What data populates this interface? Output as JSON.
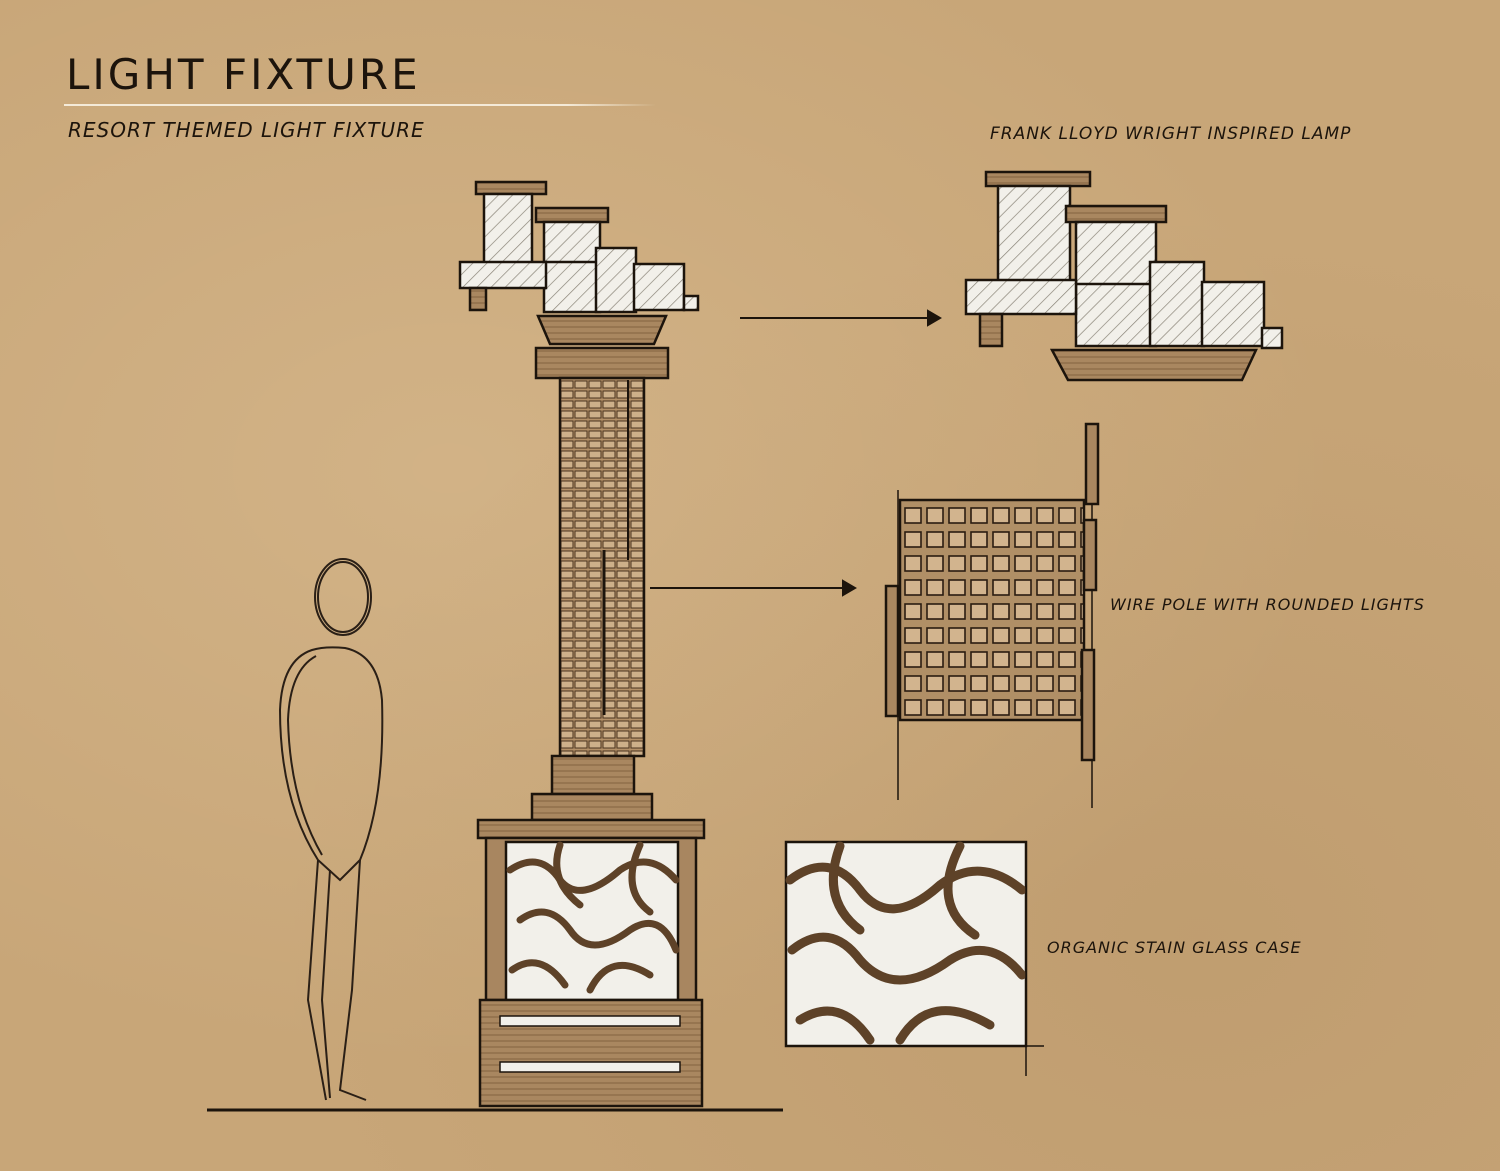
{
  "header": {
    "title": "LIGHT FIXTURE",
    "subtitle": "RESORT THEMED LIGHT FIXTURE"
  },
  "callouts": {
    "lamp": "FRANK LLOYD WRIGHT INSPIRED LAMP",
    "wire_pole": "WIRE POLE WITH ROUNDED LIGHTS",
    "glass_case": "ORGANIC STAIN GLASS CASE"
  },
  "colors": {
    "paper": "#c8a678",
    "ink": "#1c140c",
    "wood": "#a98760",
    "glass": "#f2f0ea"
  }
}
